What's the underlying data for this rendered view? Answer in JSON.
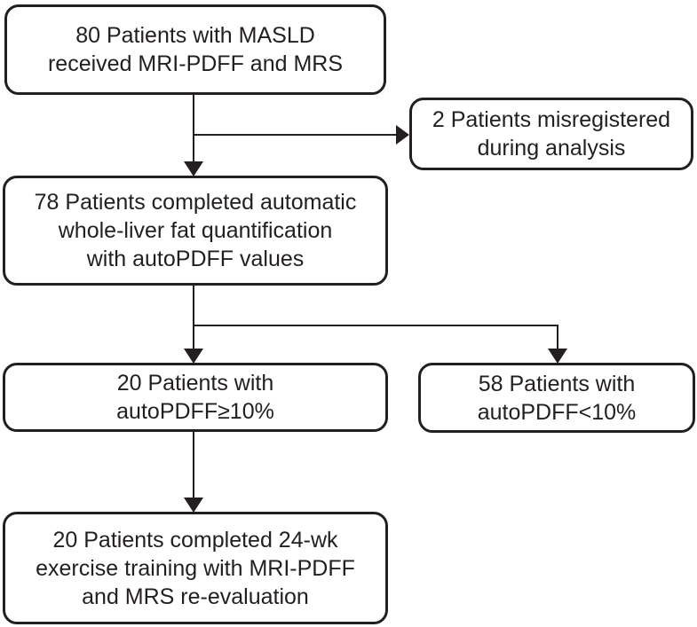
{
  "diagram": {
    "type": "flowchart",
    "colors": {
      "line": "#231f20",
      "text": "#231f20",
      "box_fill": "#ffffff",
      "background": "#ffffff"
    },
    "boxes": {
      "enrollment": {
        "text": "80 Patients with MASLD\nreceived MRI-PDFF and MRS"
      },
      "misregistered": {
        "text": "2 Patients misregistered\nduring analysis"
      },
      "completed_auto": {
        "text": "78 Patients completed automatic\nwhole-liver fat quantification\nwith autoPDFF values"
      },
      "pdff_ge10": {
        "text": "20 Patients with\nautoPDFF≥10%"
      },
      "pdff_lt10": {
        "text": "58 Patients with\nautoPDFF<10%"
      },
      "exercise": {
        "text": "20 Patients completed 24-wk\nexercise training with MRI-PDFF\nand MRS re-evaluation"
      }
    },
    "edges": [
      {
        "from": "enrollment",
        "to": "misregistered"
      },
      {
        "from": "enrollment",
        "to": "completed_auto"
      },
      {
        "from": "completed_auto",
        "to": "pdff_ge10"
      },
      {
        "from": "completed_auto",
        "to": "pdff_lt10"
      },
      {
        "from": "pdff_ge10",
        "to": "exercise"
      }
    ]
  }
}
